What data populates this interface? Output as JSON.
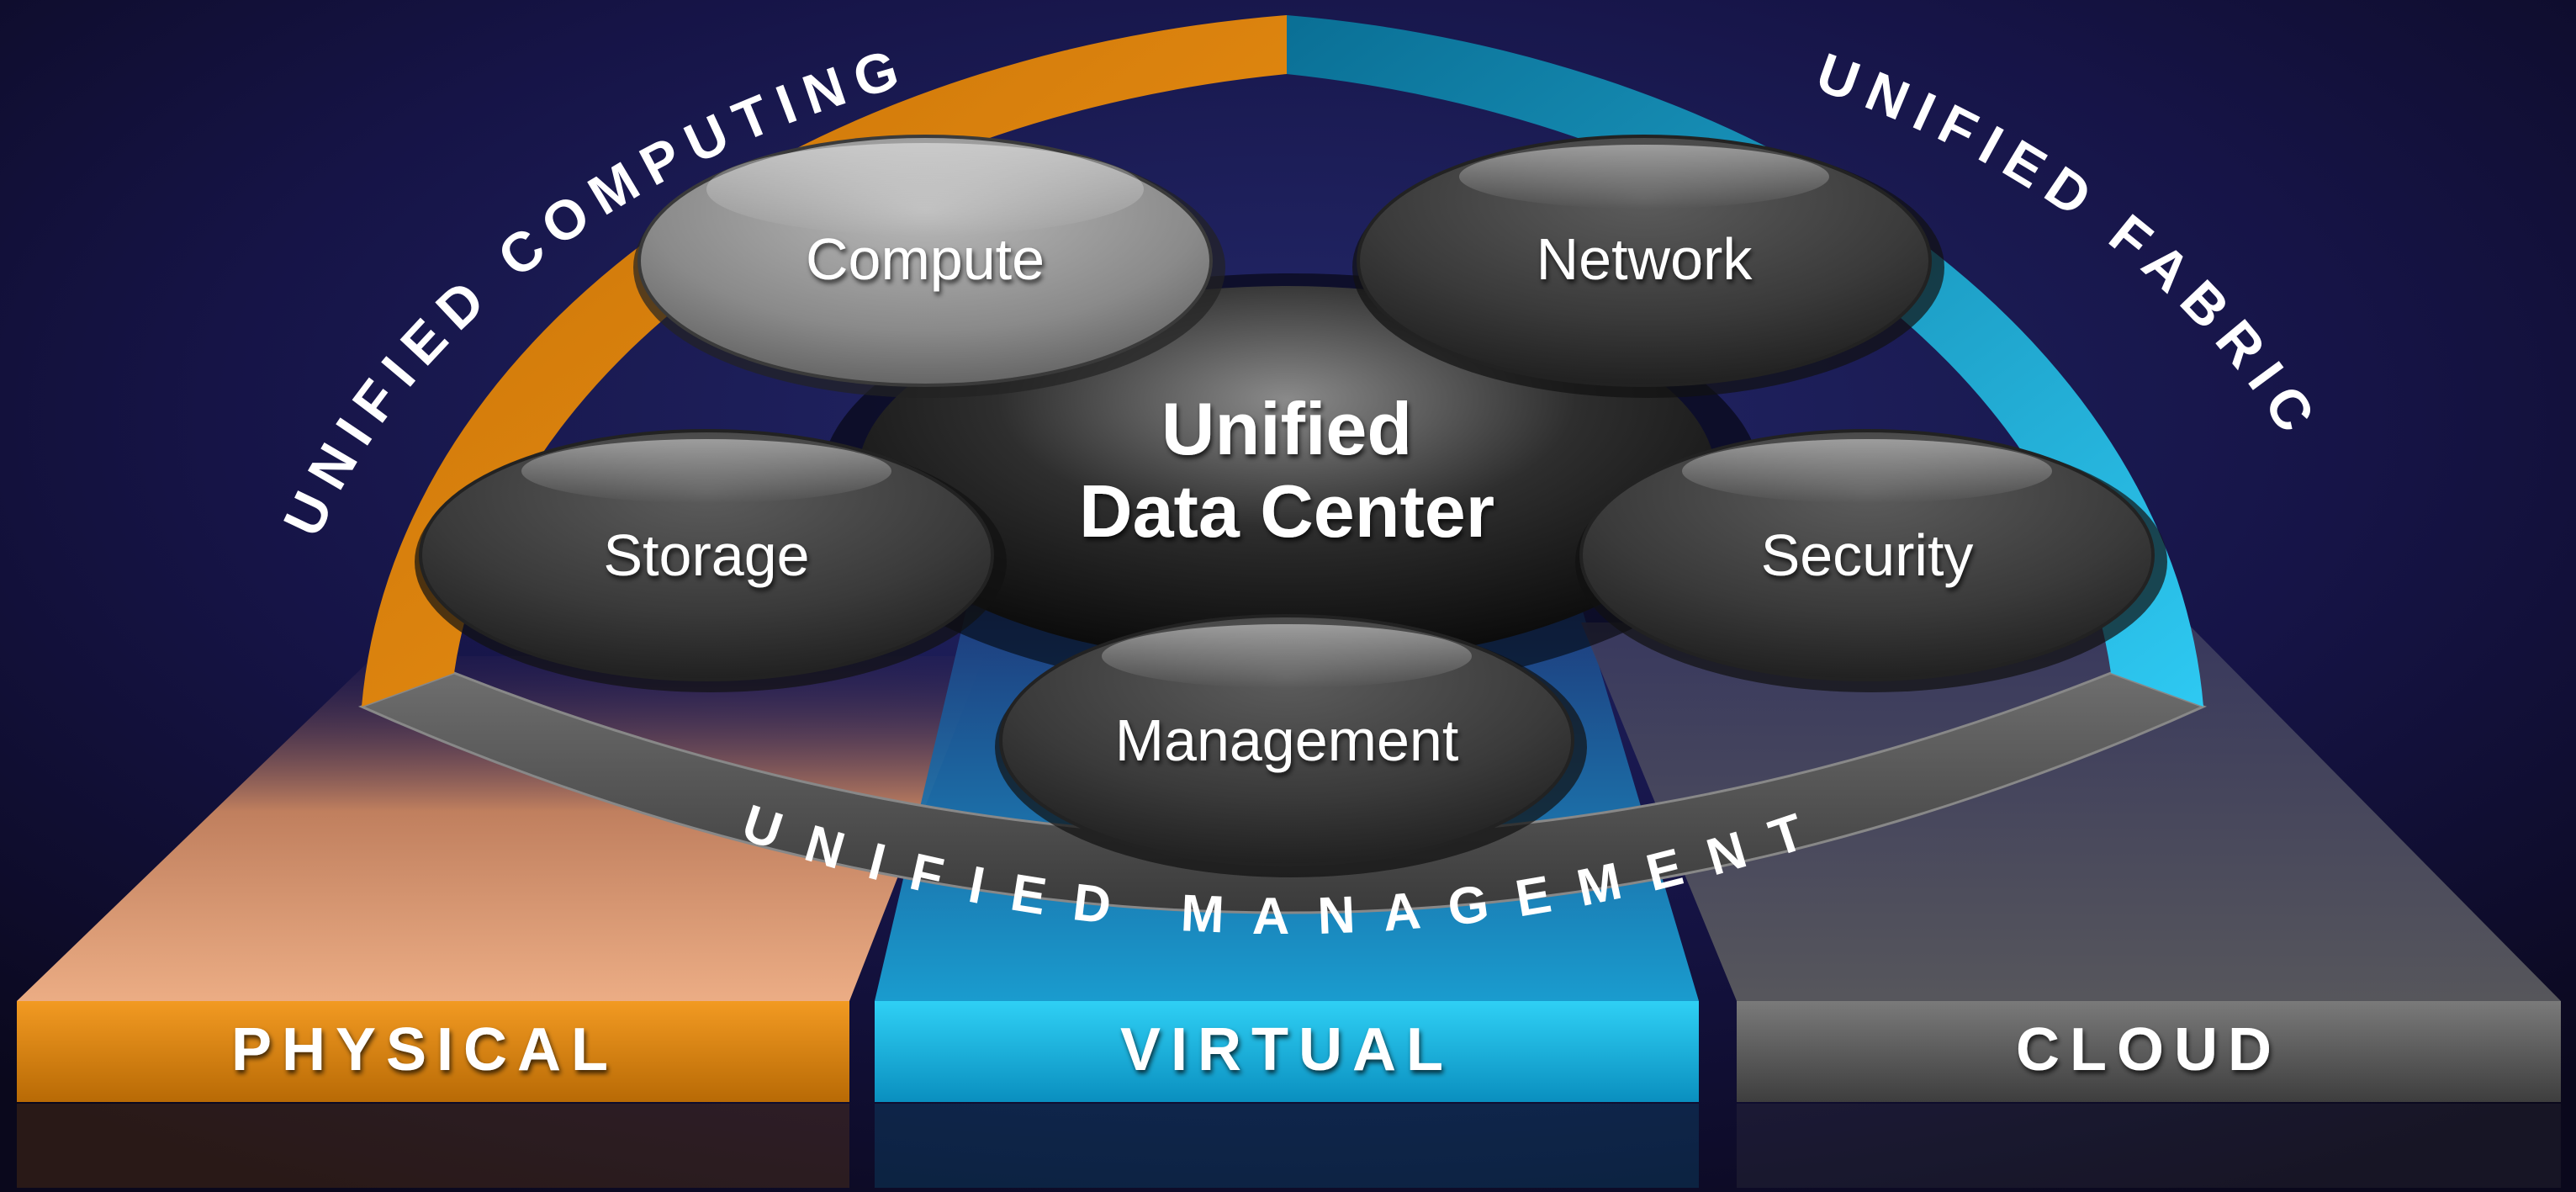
{
  "center": {
    "line1": "Unified",
    "line2": "Data Center"
  },
  "components": {
    "compute": "Compute",
    "network": "Network",
    "storage": "Storage",
    "security": "Security",
    "management": "Management"
  },
  "rings": {
    "computing": "UNIFIED COMPUTING",
    "fabric": "UNIFIED FABRIC",
    "management": "UNIFIED MANAGEMENT"
  },
  "platforms": {
    "physical": "PHYSICAL",
    "virtual": "VIRTUAL",
    "cloud": "CLOUD"
  },
  "colors": {
    "orange": "#e68a0c",
    "cyan": "#22c3ea",
    "gray": "#5a5a5a",
    "background": "#1a1a4e"
  }
}
